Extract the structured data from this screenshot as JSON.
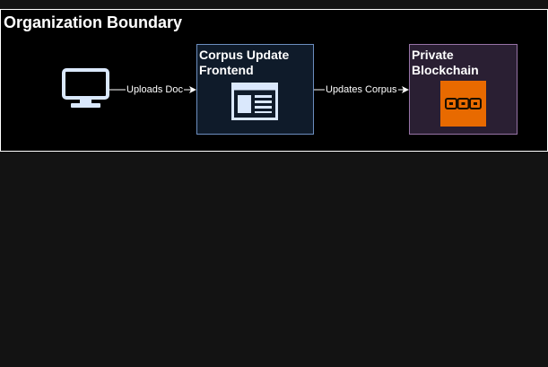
{
  "boundary": {
    "title": "Organization Boundary"
  },
  "nodes": {
    "user": {
      "icon": "monitor-icon"
    },
    "frontend": {
      "title": "Corpus Update\nFrontend",
      "icon": "browser-window-icon"
    },
    "blockchain": {
      "title": "Private\nBlockchain",
      "icon": "chain-link-icon"
    }
  },
  "edges": [
    {
      "from": "user",
      "to": "frontend",
      "label": "Uploads Doc"
    },
    {
      "from": "frontend",
      "to": "blockchain",
      "label": "Updates Corpus"
    }
  ],
  "colors": {
    "background": "#131313",
    "boundary_fill": "#000000",
    "frontend_fill": "#0f1b2a",
    "frontend_stroke": "#6c8ebf",
    "blockchain_fill": "#2a1f33",
    "blockchain_stroke": "#9673a6",
    "icon_light": "#dae8fc",
    "chain_orange": "#e86a00"
  }
}
